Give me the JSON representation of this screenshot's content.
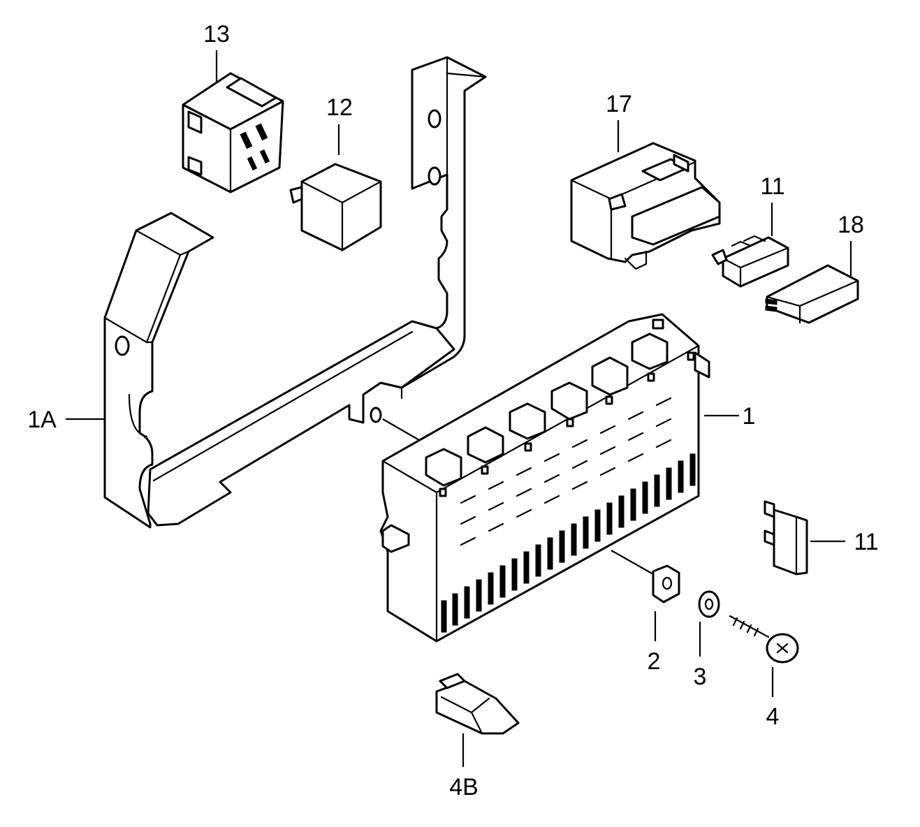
{
  "callouts": {
    "part_13": "13",
    "part_12": "12",
    "part_17": "17",
    "part_11_top": "11",
    "part_18": "18",
    "part_1A": "1A",
    "part_1": "1",
    "part_11_right": "11",
    "part_2": "2",
    "part_3": "3",
    "part_4": "4",
    "part_4B": "4B"
  },
  "colors": {
    "line": "#000000",
    "background": "#ffffff"
  }
}
